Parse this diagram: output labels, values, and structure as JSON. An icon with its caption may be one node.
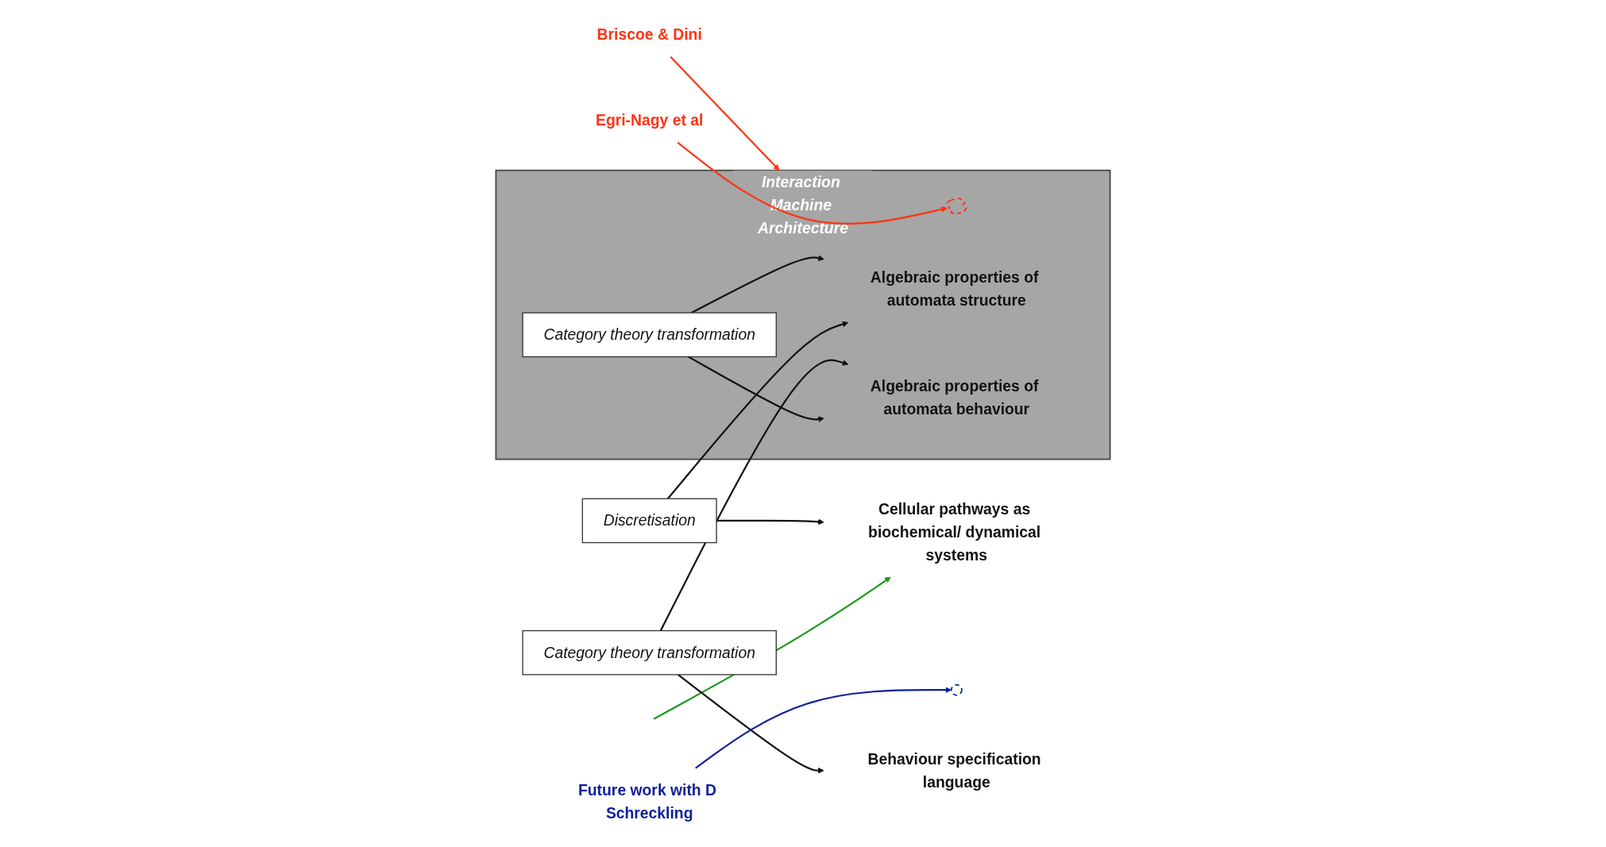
{
  "diagram": {
    "nodes": [
      {
        "text": [
          "Interaction Machine Architecture"
        ]
      },
      {
        "text": [],
        "shape": "cloud",
        "in": 0
      },
      {
        "text": [
          "Algebraic properties of automata structure"
        ],
        "in": 0
      },
      {
        "text": [
          "Category theory transformation"
        ],
        "in": 0
      },
      {
        "text": [
          "Algebraic properties of automata behaviour"
        ],
        "in": 0
      },
      {
        "text": [
          "Briscoe & Dini"
        ]
      },
      {
        "text": [
          "Cellular pathways as biochemical/ dynamical systems"
        ]
      },
      {
        "text": [
          "Discretisation"
        ]
      },
      {
        "text": [
          "Egri-Nagy et al"
        ]
      },
      {
        "text": [],
        "shape": "ellipse"
      },
      {
        "text": [
          "Category theory transformation"
        ]
      },
      {
        "text": [
          "Behaviour specification language"
        ]
      },
      {
        "text": [
          "Future work with D Schreckling"
        ]
      }
    ],
    "edges": [
      {
        "from": null,
        "to": 6,
        "arrow": "to",
        "color": "#1a9a1a"
      },
      {
        "from": 5,
        "to": 0,
        "arrow": "to",
        "color": "#ff3311"
      },
      {
        "from": 7,
        "to": 6,
        "arrow": "to"
      },
      {
        "from": 7,
        "to": 2,
        "arrow": "to"
      },
      {
        "from": 3,
        "to": 2,
        "arrow": "to"
      },
      {
        "from": 3,
        "to": 4,
        "arrow": "to"
      },
      {
        "from": 8,
        "to": 1,
        "arrow": "to",
        "color": "#ff3311"
      },
      {
        "from": 10,
        "to": 4,
        "arrow": "to"
      },
      {
        "from": 10,
        "to": 11,
        "arrow": "to"
      },
      {
        "from": 12,
        "to": 9,
        "arrow": "to",
        "color": "#0b1f9a"
      }
    ]
  }
}
